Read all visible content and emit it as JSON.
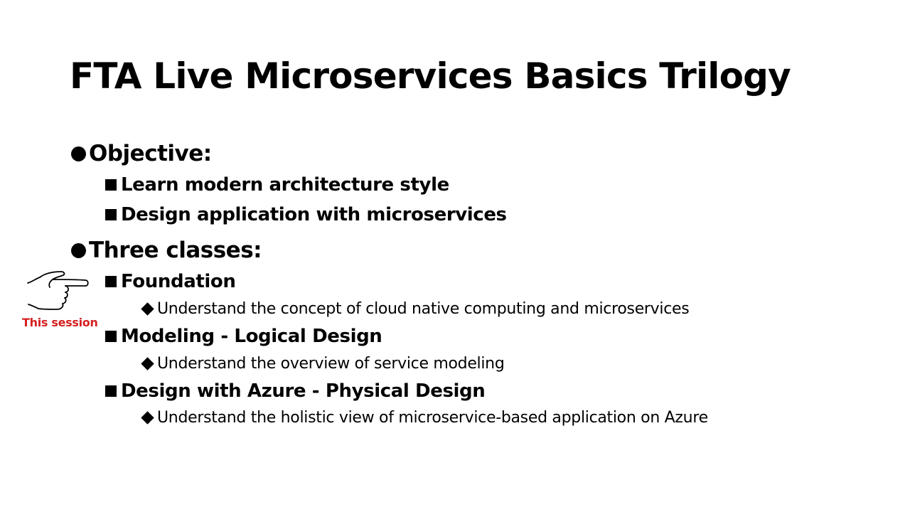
{
  "slide": {
    "title": "FTA Live Microservices Basics Trilogy",
    "annotation": {
      "icon": "pointing-hand-icon",
      "label": "This session",
      "label_color": "#d42020"
    },
    "sections": [
      {
        "heading": "Objective:",
        "items": [
          {
            "text": "Learn modern architecture style",
            "subitems": []
          },
          {
            "text": "Design application with microservices",
            "subitems": []
          }
        ]
      },
      {
        "heading": "Three classes:",
        "items": [
          {
            "text": "Foundation",
            "subitems": [
              "Understand the concept of cloud native computing and microservices"
            ]
          },
          {
            "text": "Modeling - Logical Design",
            "subitems": [
              "Understand the overview of service modeling"
            ]
          },
          {
            "text": "Design with Azure - Physical Design",
            "subitems": [
              "Understand the holistic view of microservice-based application on Azure"
            ]
          }
        ]
      }
    ]
  }
}
